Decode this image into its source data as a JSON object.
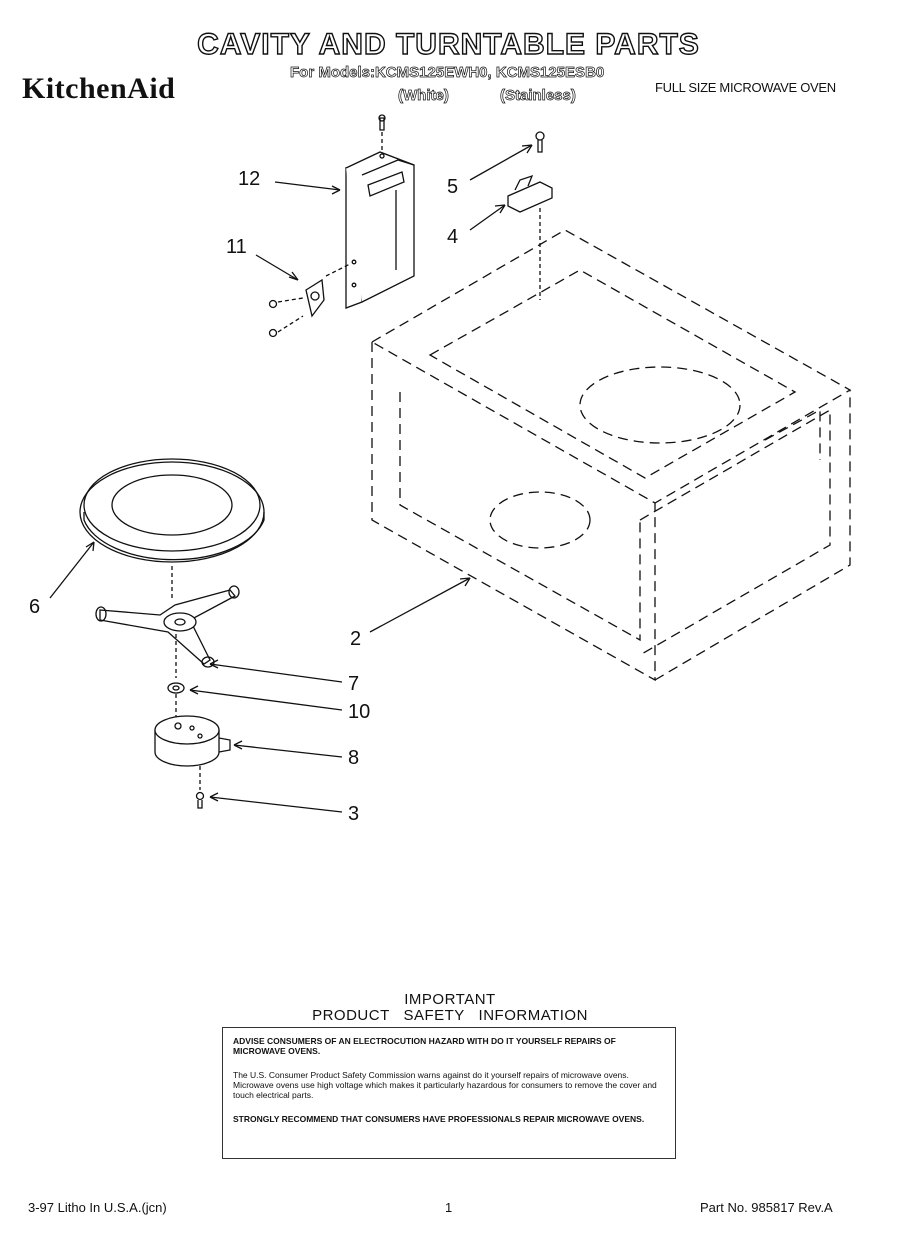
{
  "header": {
    "title": "CAVITY AND TURNTABLE PARTS",
    "brand": "KitchenAid",
    "models_line": "For Models:KCMS125EWH0, KCMS125ESB0",
    "variant_white": "(White)",
    "variant_stainless": "(Stainless)",
    "oven_type": "FULL SIZE MICROWAVE OVEN"
  },
  "callouts": [
    "12",
    "11",
    "5",
    "4",
    "6",
    "2",
    "7",
    "10",
    "8",
    "3"
  ],
  "safety": {
    "heading_line1": "IMPORTANT",
    "heading_line2": "PRODUCT   SAFETY   INFORMATION",
    "para1": "ADVISE CONSUMERS OF AN ELECTROCUTION HAZARD WITH DO IT YOURSELF REPAIRS OF MICROWAVE OVENS.",
    "para2": "The U.S. Consumer Product Safety Commission warns against do it yourself repairs of microwave ovens. Microwave ovens use high voltage which makes it particularly hazardous for consumers to remove the cover and touch electrical parts.",
    "para3": "STRONGLY RECOMMEND THAT CONSUMERS HAVE PROFESSIONALS REPAIR MICROWAVE OVENS."
  },
  "footer": {
    "litho": "3-97 Litho In U.S.A.(jcn)",
    "page_number": "1",
    "part_number": "Part No. 985817 Rev.A"
  }
}
